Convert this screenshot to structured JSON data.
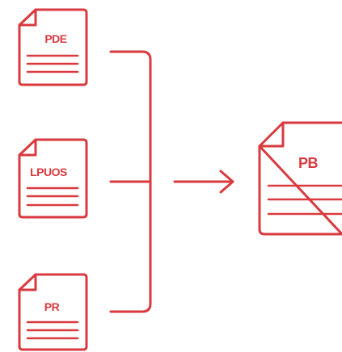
{
  "diagram": {
    "accent_color": "#d93a3f",
    "inputs": [
      {
        "label": "PDE"
      },
      {
        "label": "LPUOS"
      },
      {
        "label": "PR"
      }
    ],
    "output": {
      "label": "PB"
    },
    "icons": {
      "document": "document-icon",
      "bracket": "curly-bracket",
      "arrow": "arrow-right-icon"
    }
  }
}
